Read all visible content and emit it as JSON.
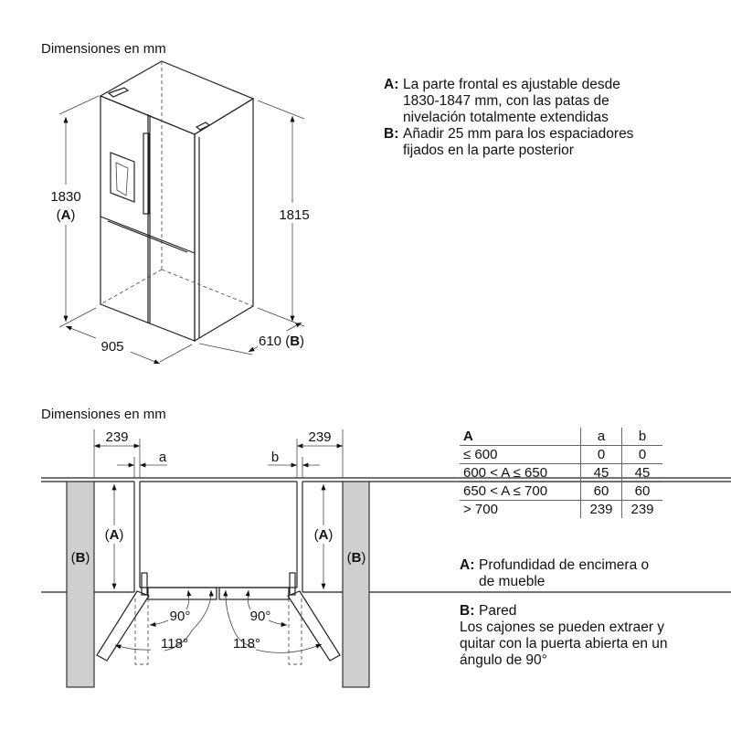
{
  "top": {
    "heading": "Dimensiones en mm",
    "height_A": "1830",
    "height_A_label": "A",
    "height_back": "1815",
    "width": "905",
    "depth": "610",
    "depth_label": "B"
  },
  "notes_top": [
    {
      "key": "A:",
      "lines": [
        "La parte frontal es ajustable desde",
        "1830-1847 mm, con las patas de",
        "nivelación totalmente extendidas"
      ]
    },
    {
      "key": "B:",
      "lines": [
        "Añadir 25 mm para los espaciadores",
        "fijados en la parte posterior"
      ]
    }
  ],
  "bottom": {
    "heading": "Dimensiones en mm",
    "dim_left": "239",
    "dim_right": "239",
    "gap_a": "a",
    "gap_b": "b",
    "label_A": "A",
    "label_B": "B",
    "angle_90": "90°",
    "angle_118": "118°"
  },
  "table": {
    "headers": [
      "A",
      "a",
      "b"
    ],
    "rows": [
      [
        "≤ 600",
        "0",
        "0"
      ],
      [
        "600 < A ≤ 650",
        "45",
        "45"
      ],
      [
        "650 < A ≤ 700",
        "60",
        "60"
      ],
      [
        "> 700",
        "239",
        "239"
      ]
    ]
  },
  "notes_bottom": [
    {
      "key": "A:",
      "lines": [
        "Profundidad de encimera o",
        "de mueble"
      ]
    },
    {
      "key": "B:",
      "lines": [
        "Pared"
      ]
    }
  ],
  "notes_bottom_extra": [
    "Los cajones se pueden extraer y",
    "quitar con la puerta abierta en un",
    "ángulo de 90°"
  ]
}
